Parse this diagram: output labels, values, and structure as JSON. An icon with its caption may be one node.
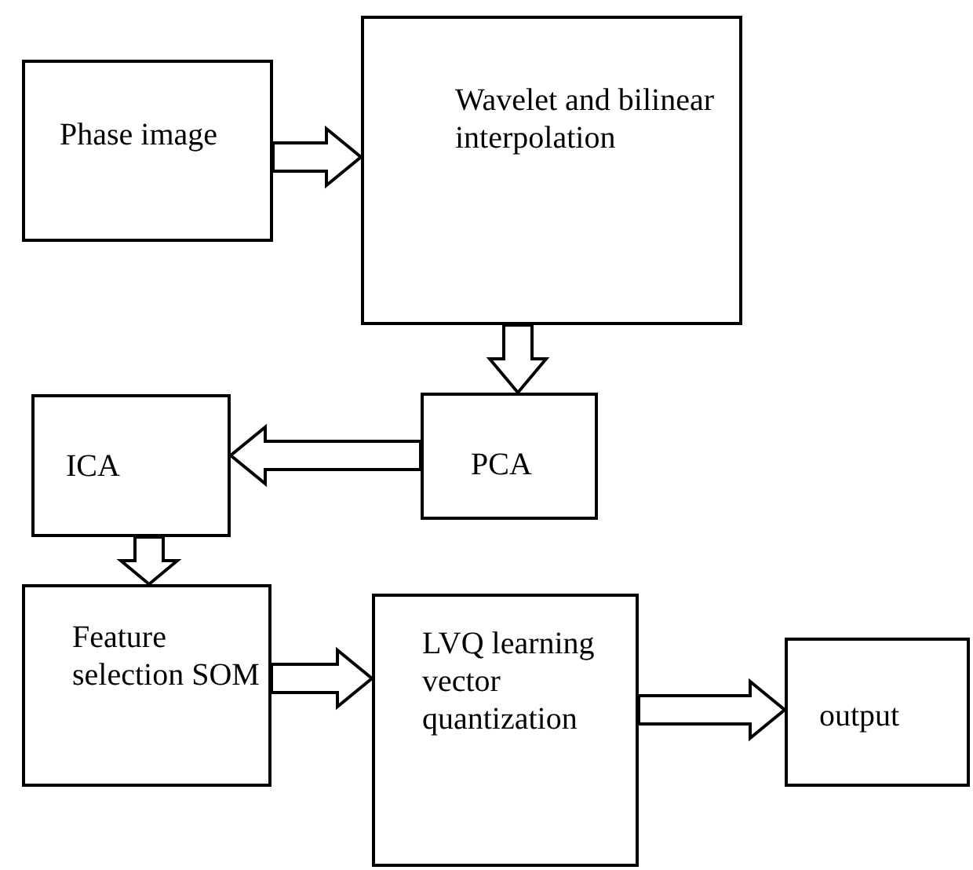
{
  "diagram": {
    "nodes": [
      {
        "text": [
          "Phase image"
        ]
      },
      {
        "text": [
          "Wavelet and bilinear interpolation"
        ]
      },
      {
        "text": [
          "PCA"
        ]
      },
      {
        "text": [
          "ICA"
        ]
      },
      {
        "text": [
          "Feature selection SOM"
        ]
      },
      {
        "text": [
          "LVQ learning vector quantization"
        ]
      },
      {
        "text": [
          "output"
        ]
      }
    ],
    "edges": [
      {
        "from": 0,
        "to": 1,
        "arrow": "to"
      },
      {
        "from": 1,
        "to": 2,
        "arrow": "to"
      },
      {
        "from": 2,
        "to": 3,
        "arrow": "to"
      },
      {
        "from": 3,
        "to": 4,
        "arrow": "to"
      },
      {
        "from": 4,
        "to": 5,
        "arrow": "to"
      },
      {
        "from": 5,
        "to": 6,
        "arrow": "to"
      }
    ]
  }
}
